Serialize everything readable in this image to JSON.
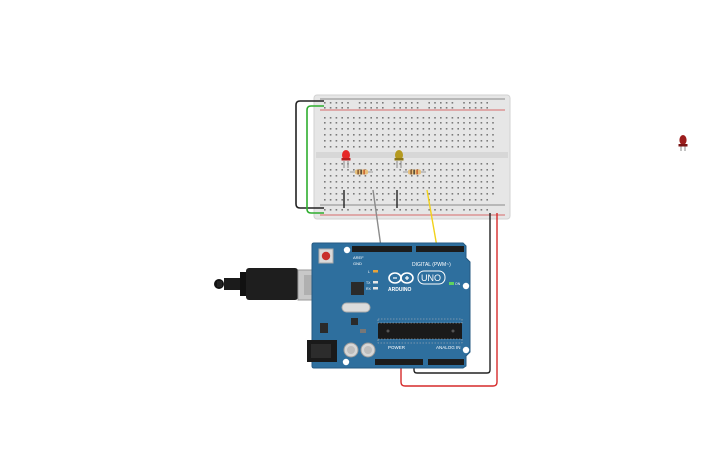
{
  "board": {
    "brand": "ARDUINO",
    "model": "UNO",
    "digital_label": "DIGITAL (PWM~)",
    "power_label": "POWER",
    "analog_label": "ANALOG IN",
    "on_label": "ON",
    "tx_label": "TX",
    "rx_label": "RX",
    "l_label": "L",
    "aref_label": "AREF",
    "gnd_label": "GND"
  },
  "components": {
    "led_red": "red-led",
    "led_yellow": "yellow-led",
    "led_spare": "dark-red-led"
  },
  "colors": {
    "wire_black": "#222222",
    "wire_green": "#2fae2f",
    "wire_gray": "#8c8c8c",
    "wire_yellow": "#f2d21b",
    "wire_red": "#d62a2a",
    "board_blue": "#2e6f9e",
    "breadboard": "#e4e4e4"
  }
}
